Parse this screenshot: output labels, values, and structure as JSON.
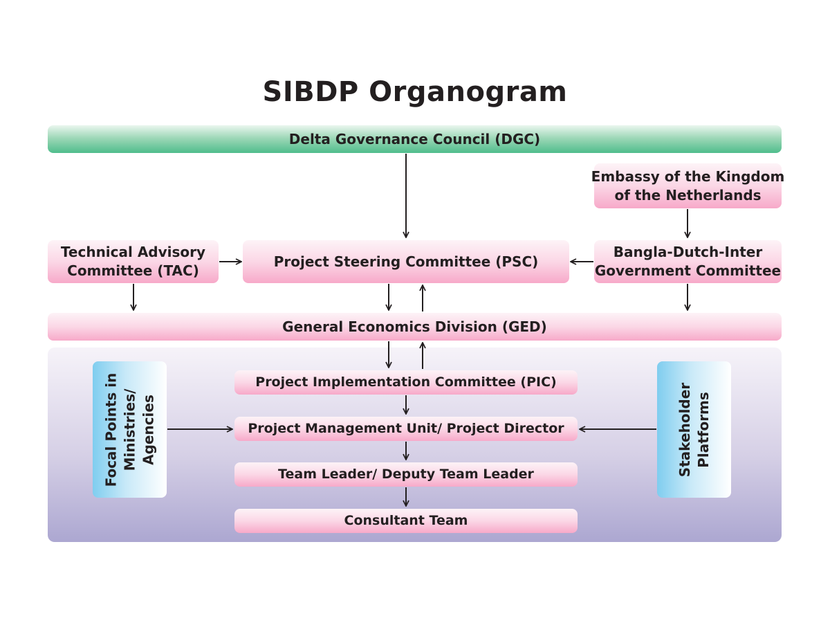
{
  "title": "SIBDP Organogram",
  "colors": {
    "text": "#231f20",
    "pink_box": "#f7a9c9",
    "green_bar": "#4fbd8c",
    "blue_box": "#7fcdef",
    "panel": "#aca7d1"
  },
  "nodes": {
    "dgc": "Delta  Governance Council (DGC)",
    "embassy": "Embassy of the Kingdom\nof the Netherlands",
    "tac": "Technical Advisory\nCommittee (TAC)",
    "psc": "Project Steering Committee (PSC)",
    "bdigc": "Bangla-Dutch-Inter\nGovernment Committee",
    "ged": "General Economics Division (GED)",
    "pic": "Project Implementation Committee (PIC)",
    "pmu": "Project Management Unit/ Project Director",
    "team_leader": "Team Leader/ Deputy Team Leader",
    "consultant": "Consultant Team",
    "focal_points": "Focal Points in\nMinistries/\nAgencies",
    "stakeholder": "Stakeholder\nPlatforms"
  },
  "edges": [
    {
      "from": "dgc",
      "to": "psc"
    },
    {
      "from": "embassy",
      "to": "bdigc"
    },
    {
      "from": "tac",
      "to": "psc"
    },
    {
      "from": "bdigc",
      "to": "psc"
    },
    {
      "from": "tac",
      "to": "ged"
    },
    {
      "from": "psc",
      "to": "ged"
    },
    {
      "from": "ged",
      "to": "psc"
    },
    {
      "from": "bdigc",
      "to": "ged"
    },
    {
      "from": "ged",
      "to": "pic"
    },
    {
      "from": "pic",
      "to": "ged"
    },
    {
      "from": "pic",
      "to": "pmu"
    },
    {
      "from": "focal_points",
      "to": "pmu"
    },
    {
      "from": "stakeholder",
      "to": "pmu"
    },
    {
      "from": "pmu",
      "to": "team_leader"
    },
    {
      "from": "team_leader",
      "to": "consultant"
    }
  ]
}
